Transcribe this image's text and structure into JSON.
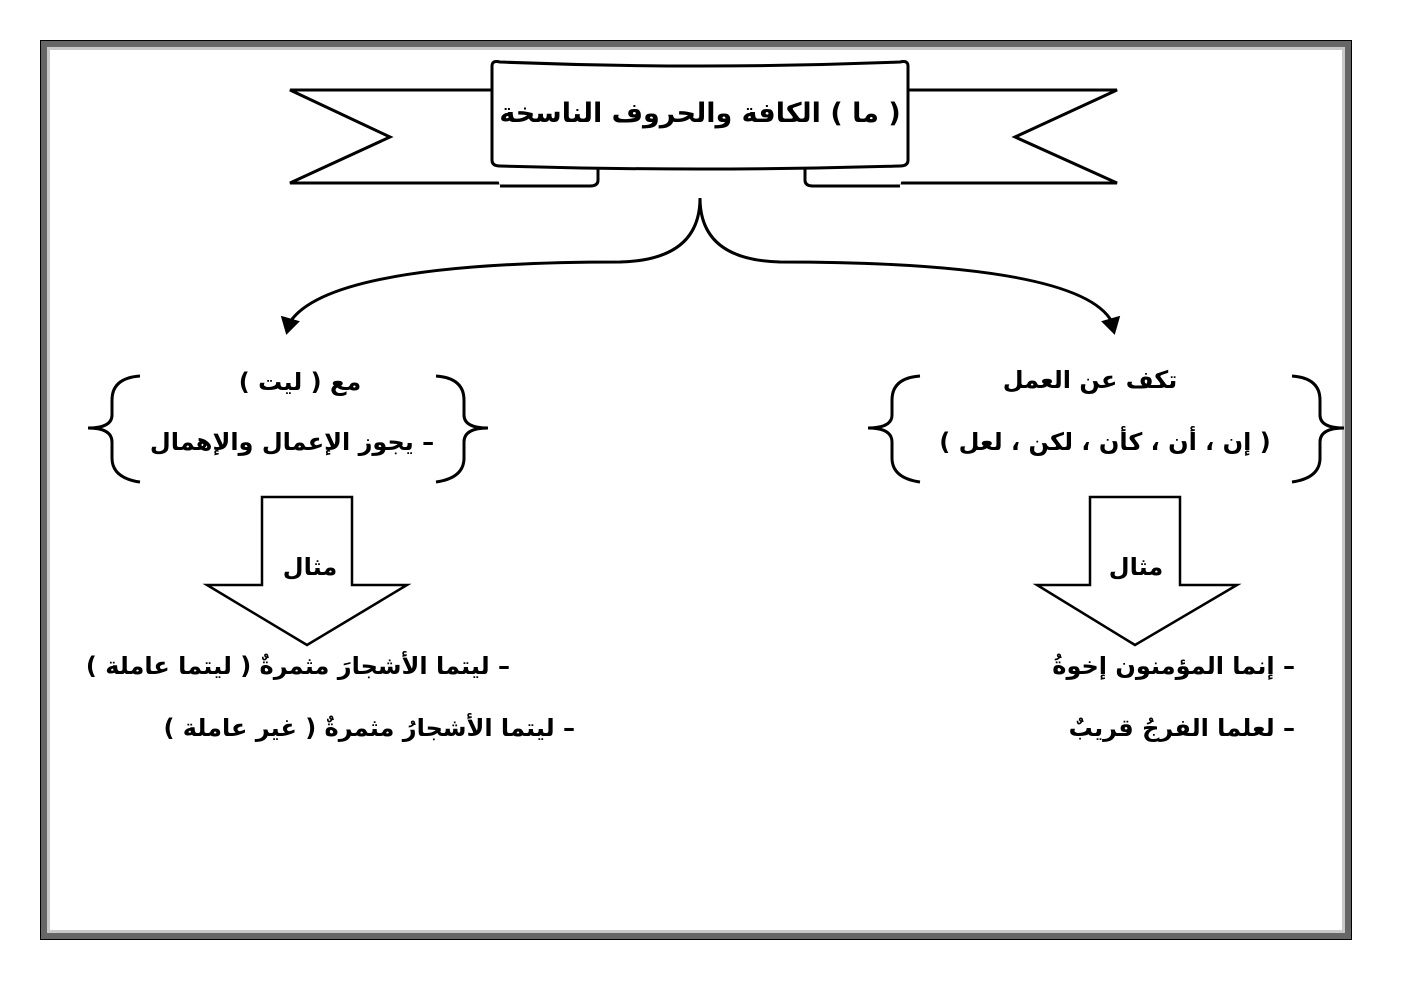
{
  "title": "( ما ) الكافة والحروف الناسخة",
  "right_branch": {
    "heading": "تكف عن العمل",
    "letters": "( إن ، أن ، كأن ، لكن ، لعل )",
    "example_label": "مثال",
    "examples": [
      "– إنما المؤمنون إخوةُ",
      "– لعلما الفرجُ قريبٌ"
    ]
  },
  "left_branch": {
    "heading": "مع ( ليت )",
    "rule": "– يجوز الإعمال والإهمال",
    "example_label": "مثال",
    "examples": [
      "– ليتما الأشجارَ مثمرةٌ ( ليتما عاملة )",
      "– ليتما الأشجارُ مثمرةٌ ( غير عاملة )"
    ]
  }
}
